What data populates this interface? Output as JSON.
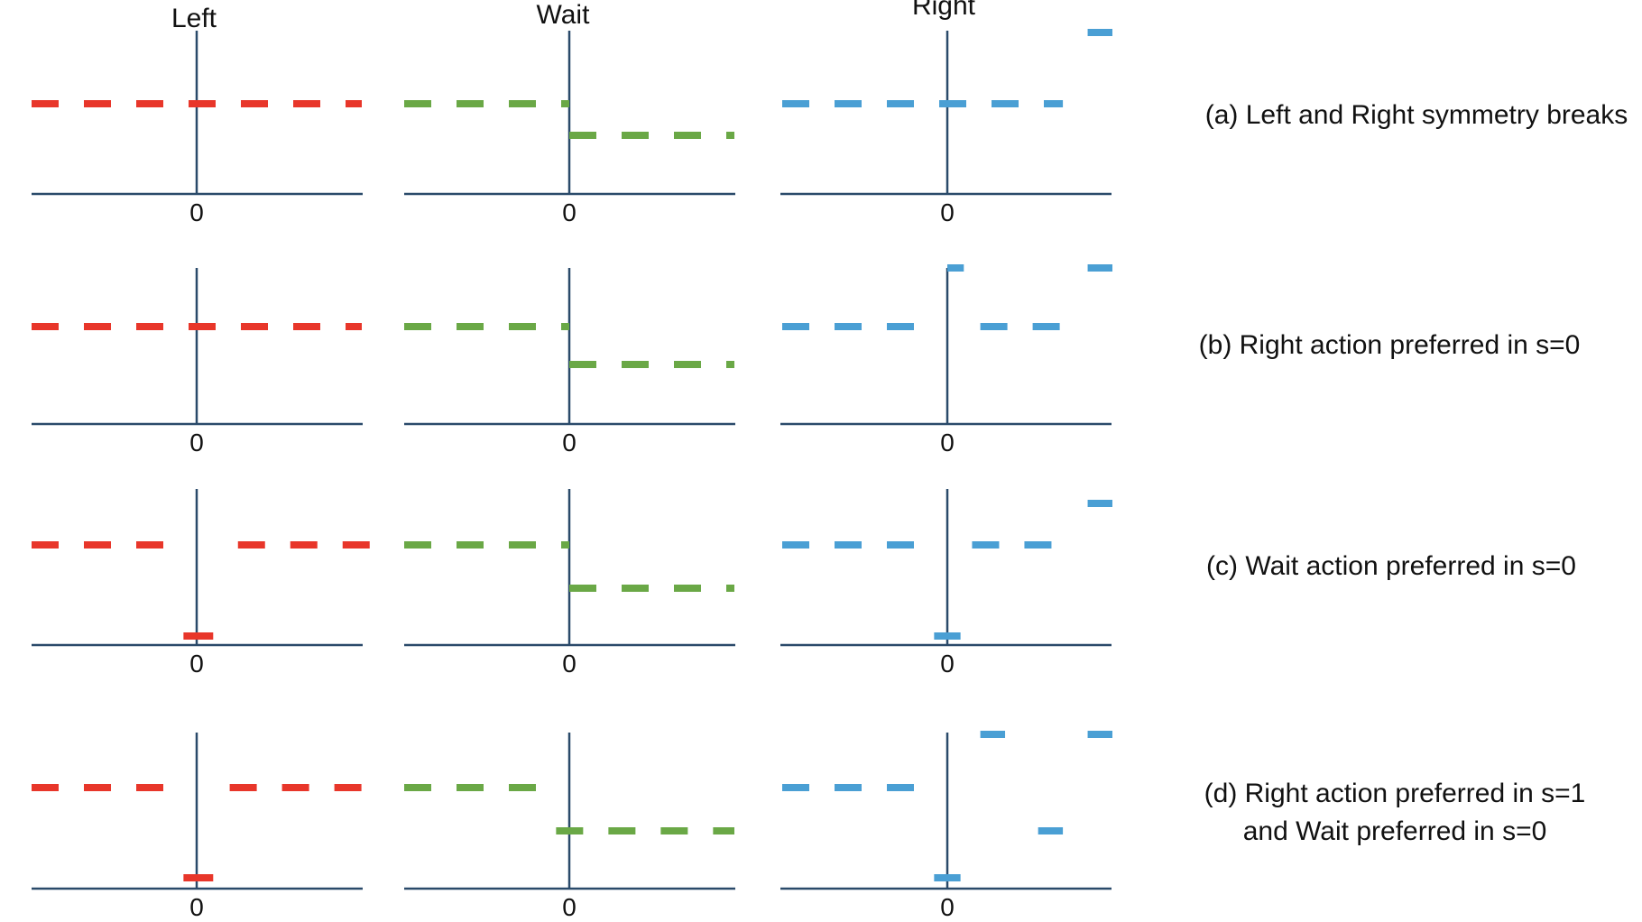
{
  "column_titles": [
    "Left",
    "Wait",
    "Right"
  ],
  "axis_zero_label": "0",
  "captions": {
    "a": [
      "(a) Left and Right symmetry breaks"
    ],
    "b": [
      "(b) Right action preferred in s=0"
    ],
    "c": [
      "(c) Wait action preferred in s=0"
    ],
    "d": [
      "(d) Right action preferred in s=1",
      "and Wait preferred in s=0"
    ]
  },
  "colors": {
    "left": "#e8362a",
    "wait": "#6aa846",
    "right": "#4a9fd4",
    "axis": "#2a4a6a"
  },
  "rows": [
    {
      "id": "a",
      "left": {
        "segments": [
          {
            "from": -1,
            "to": 1,
            "level": "high"
          }
        ]
      },
      "wait": {
        "segments": [
          {
            "from": -1,
            "to": 0,
            "level": "high"
          },
          {
            "from": 0,
            "to": 1,
            "level": "mid"
          }
        ]
      },
      "right": {
        "segments": [
          {
            "from": -1,
            "to": 0.7,
            "level": "high"
          },
          {
            "from": 0.85,
            "to": 1,
            "level": "top"
          }
        ]
      }
    },
    {
      "id": "b",
      "left": {
        "segments": [
          {
            "from": -1,
            "to": 1,
            "level": "high"
          }
        ]
      },
      "wait": {
        "segments": [
          {
            "from": -1,
            "to": 0,
            "level": "high"
          },
          {
            "from": 0,
            "to": 1,
            "level": "mid"
          }
        ]
      },
      "right": {
        "segments": [
          {
            "from": -1,
            "to": -0.15,
            "level": "high"
          },
          {
            "from": 0,
            "to": 0.1,
            "level": "top"
          },
          {
            "from": 0.2,
            "to": 0.7,
            "level": "high"
          },
          {
            "from": 0.85,
            "to": 1,
            "level": "top"
          }
        ]
      }
    },
    {
      "id": "c",
      "left": {
        "segments": [
          {
            "from": -1,
            "to": -0.2,
            "level": "high"
          },
          {
            "from": -0.08,
            "to": 0.1,
            "level": "bottom"
          },
          {
            "from": 0.25,
            "to": 1.1,
            "level": "high"
          }
        ]
      },
      "wait": {
        "segments": [
          {
            "from": -1,
            "to": 0,
            "level": "high"
          },
          {
            "from": 0,
            "to": 1,
            "level": "mid"
          }
        ]
      },
      "right": {
        "segments": [
          {
            "from": -1,
            "to": -0.15,
            "level": "high"
          },
          {
            "from": -0.08,
            "to": 0.08,
            "level": "bottom"
          },
          {
            "from": 0.15,
            "to": 0.7,
            "level": "high"
          },
          {
            "from": 0.85,
            "to": 1,
            "level": "top"
          }
        ]
      }
    },
    {
      "id": "d",
      "left": {
        "segments": [
          {
            "from": -1,
            "to": -0.2,
            "level": "high"
          },
          {
            "from": -0.08,
            "to": 0.1,
            "level": "bottom"
          },
          {
            "from": 0.2,
            "to": 1,
            "level": "high"
          }
        ]
      },
      "wait": {
        "segments": [
          {
            "from": -1,
            "to": -0.1,
            "level": "high"
          },
          {
            "from": -0.08,
            "to": 1,
            "level": "mid"
          }
        ]
      },
      "right": {
        "segments": [
          {
            "from": -1,
            "to": -0.15,
            "level": "high"
          },
          {
            "from": -0.08,
            "to": 0.08,
            "level": "bottom"
          },
          {
            "from": 0.2,
            "to": 0.35,
            "level": "top"
          },
          {
            "from": 0.55,
            "to": 0.7,
            "level": "mid"
          },
          {
            "from": 0.85,
            "to": 1,
            "level": "top"
          }
        ]
      }
    }
  ]
}
